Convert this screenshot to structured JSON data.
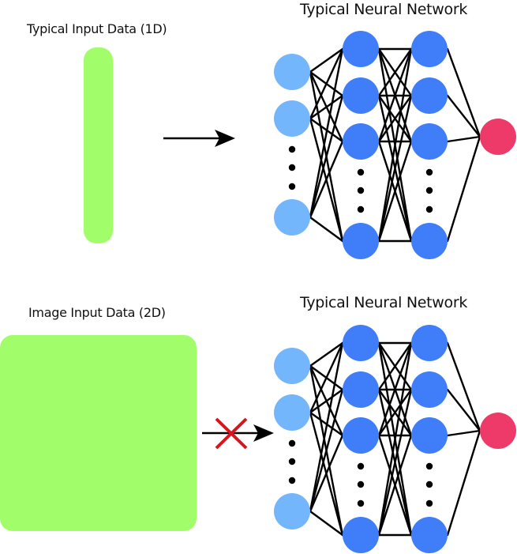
{
  "top": {
    "input_label": "Typical Input Data (1D)",
    "network_title": "Typical Neural Network",
    "input_shape": "1D vertical bar",
    "arrow": "valid"
  },
  "bottom": {
    "input_label": "Image Input Data (2D)",
    "network_title": "Typical Neural Network",
    "input_shape": "2D square",
    "arrow": "blocked"
  },
  "network": {
    "layers": [
      {
        "name": "input",
        "visible_nodes": 3,
        "ellipsis": true
      },
      {
        "name": "hidden-1",
        "visible_nodes": 4,
        "ellipsis": true
      },
      {
        "name": "hidden-2",
        "visible_nodes": 4,
        "ellipsis": true
      },
      {
        "name": "output",
        "visible_nodes": 1,
        "ellipsis": false
      }
    ]
  },
  "colors": {
    "input_data": "#a2fd6a",
    "input_node": "#74b6fc",
    "hidden_node": "#3f7ef8",
    "output_node": "#ee3a69",
    "edge": "#000000",
    "blocked_mark": "#d9141c"
  }
}
